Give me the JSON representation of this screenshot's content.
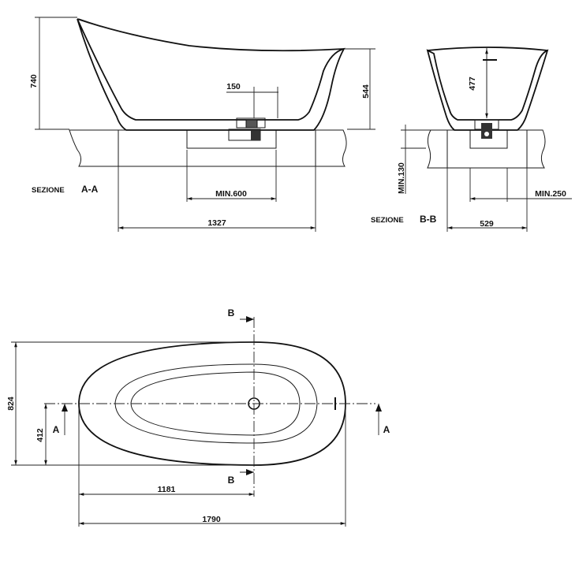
{
  "section_aa": {
    "title_prefix": "SEZIONE",
    "title_id": "A-A",
    "dims": {
      "height_total": "740",
      "height_inner": "544",
      "drain_offset": "150",
      "min_width": "MIN.600",
      "length": "1327"
    }
  },
  "section_bb": {
    "title_prefix": "SEZIONE",
    "title_id": "B-B",
    "dims": {
      "depth": "477",
      "min_height": "MIN.130",
      "min_width": "MIN.250",
      "width": "529"
    }
  },
  "plan": {
    "cut_b": "B",
    "cut_a": "A",
    "dims": {
      "width": "824",
      "half_width": "412",
      "drain_offset": "1181",
      "length": "1790"
    }
  },
  "colors": {
    "line": "#1a1a1a",
    "background": "#ffffff",
    "hatch": "#222222"
  }
}
